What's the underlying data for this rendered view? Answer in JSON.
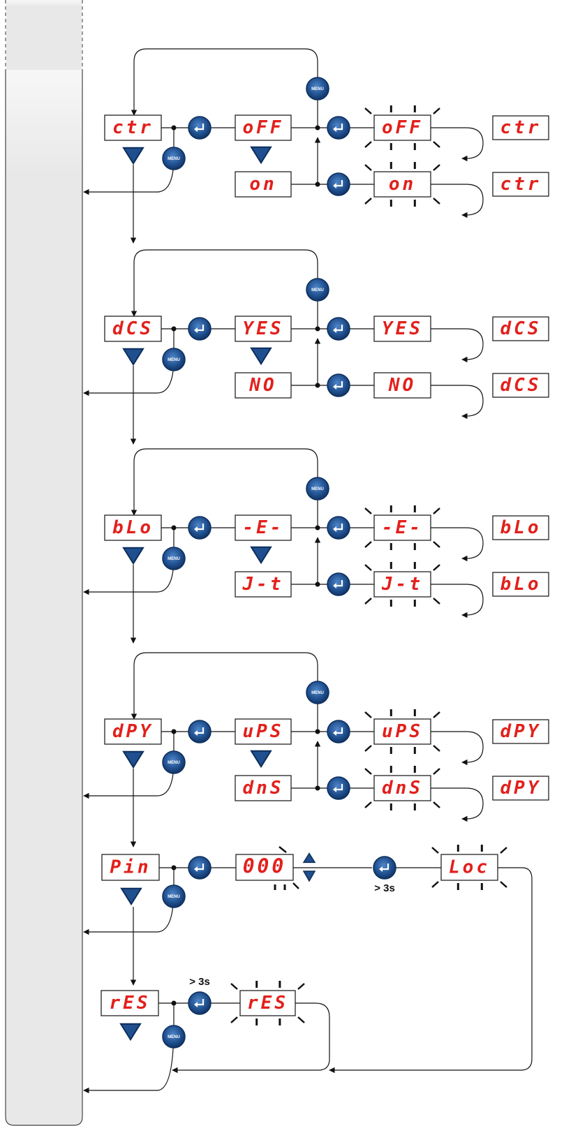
{
  "colors": {
    "display_text": "#e2201c",
    "button": "#1f4f8e",
    "button_rim": "#0d2e5c",
    "arrow_tri": "#1f4f8e",
    "line": "#111111",
    "sidebar": "#e8e8e8"
  },
  "icons": {
    "enter": "enter-icon",
    "menu": "menu-icon",
    "down": "down-triangle-icon",
    "up": "up-triangle-icon"
  },
  "button_text": "MENU",
  "hold_text": "> 3s",
  "rows": [
    {
      "param": "ctr",
      "opt1": "oFF",
      "opt2": "on",
      "confirm1": "oFF",
      "confirm2": "on",
      "return1": "ctr",
      "return2": "ctr"
    },
    {
      "param": "dCS",
      "opt1": "YES",
      "opt2": "NO",
      "confirm1": "YES",
      "confirm2": "NO",
      "return1": "dCS",
      "return2": "dCS"
    },
    {
      "param": "bLo",
      "opt1": "-E-",
      "opt2": "J-t",
      "confirm1": "-E-",
      "confirm2": "J-t",
      "return1": "bLo",
      "return2": "bLo"
    },
    {
      "param": "dPY",
      "opt1": "uPS",
      "opt2": "dnS",
      "confirm1": "uPS",
      "confirm2": "dnS",
      "return1": "dPY",
      "return2": "dPY"
    }
  ],
  "pin": {
    "param": "Pin",
    "value": "000",
    "result": "Loc"
  },
  "reset": {
    "param": "rES",
    "confirm": "rES"
  }
}
